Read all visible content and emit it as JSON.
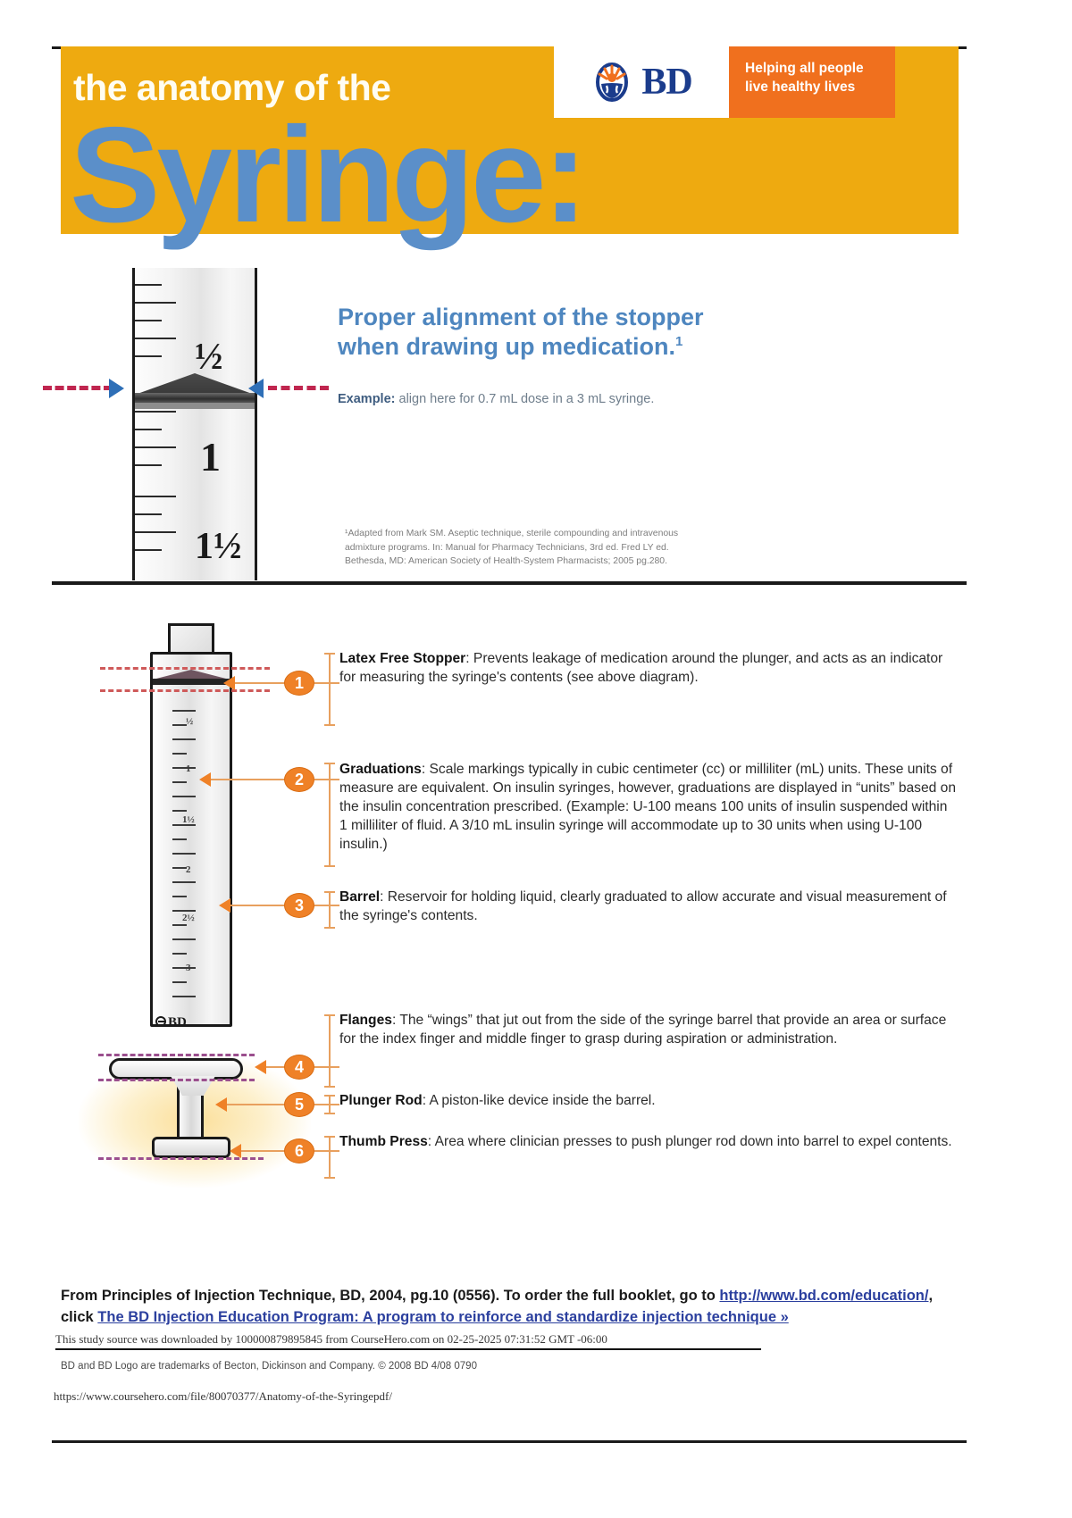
{
  "brand": {
    "accent_yellow": "#eeaa10",
    "accent_blue": "#5b8fc9",
    "accent_orange": "#f0701e",
    "callout_orange": "#ef8127",
    "logo_text": "BD",
    "tagline_line1": "Helping all people",
    "tagline_line2": "live healthy lives"
  },
  "masthead": {
    "subtitle": "the anatomy of the",
    "title": "Syringe:"
  },
  "upper": {
    "heading_line1": "Proper alignment of the stopper",
    "heading_line2": "when drawing up medication.",
    "heading_superscript": "1",
    "example_label": "Example:",
    "example_text": " align here for 0.7 mL dose in a 3 mL syringe.",
    "footnote_line1": "¹Adapted from Mark SM. Aseptic technique, sterile compounding and intravenous",
    "footnote_line2": "admixture programs. In: Manual for Pharmacy Technicians, 3rd ed. Fred LY ed.",
    "footnote_line3": "Bethesda, MD: American Society of Health-System Pharmacists; 2005 pg.280.",
    "scale_labels": [
      "½",
      "1",
      "1½"
    ]
  },
  "lower": {
    "barrel_logo": "BD",
    "graduation_labels": [
      "½",
      "1",
      "1½",
      "2",
      "2½",
      "3"
    ]
  },
  "annotations": [
    {
      "number": "1",
      "term": "Latex Free Stopper",
      "text": ": Prevents leakage of medication around the plunger, and acts as an indicator for measuring the syringe's contents (see above diagram)."
    },
    {
      "number": "2",
      "term": "Graduations",
      "text": ": Scale markings typically in cubic centimeter (cc) or milliliter (mL) units. These units of measure are equivalent. On insulin syringes, however, graduations are displayed in “units” based on the insulin concentration prescribed. (Example: U-100 means 100 units of insulin suspended within 1 milliliter of fluid. A 3/10 mL insulin syringe will accommodate up to 30 units when using U-100 insulin.)"
    },
    {
      "number": "3",
      "term": "Barrel",
      "text": ": Reservoir for holding liquid, clearly graduated to allow accurate and visual measurement of the syringe's contents."
    },
    {
      "number": "4",
      "term": "Flanges",
      "text": ": The “wings” that jut out from the side of the syringe barrel that provide an area or surface for the index finger and middle finger to grasp during aspiration or administration."
    },
    {
      "number": "5",
      "term": "Plunger Rod",
      "text": ": A piston-like device inside the barrel."
    },
    {
      "number": "6",
      "term": "Thumb Press",
      "text": ": Area where clinician presses to push plunger rod down into barrel to expel contents."
    }
  ],
  "footer": {
    "line1_pre": "From Principles of Injection Technique, BD, 2004, pg.10 (0556). To order the full booklet, go to ",
    "link1": "http://www.bd.com/education/",
    "line1_post": ",",
    "line2_pre": "click ",
    "link2": "The BD Injection Education Program: A program to reinforce and standardize injection technique »",
    "coursehero_notice": "This study source was downloaded by 100000879895845 from CourseHero.com on 02-25-2025 07:31:52 GMT -06:00",
    "trademark": "BD and BD Logo are trademarks of Becton, Dickinson and Company. © 2008 BD 4/08 0790",
    "coursehero_url": "https://www.coursehero.com/file/80070377/Anatomy-of-the-Syringepdf/"
  }
}
